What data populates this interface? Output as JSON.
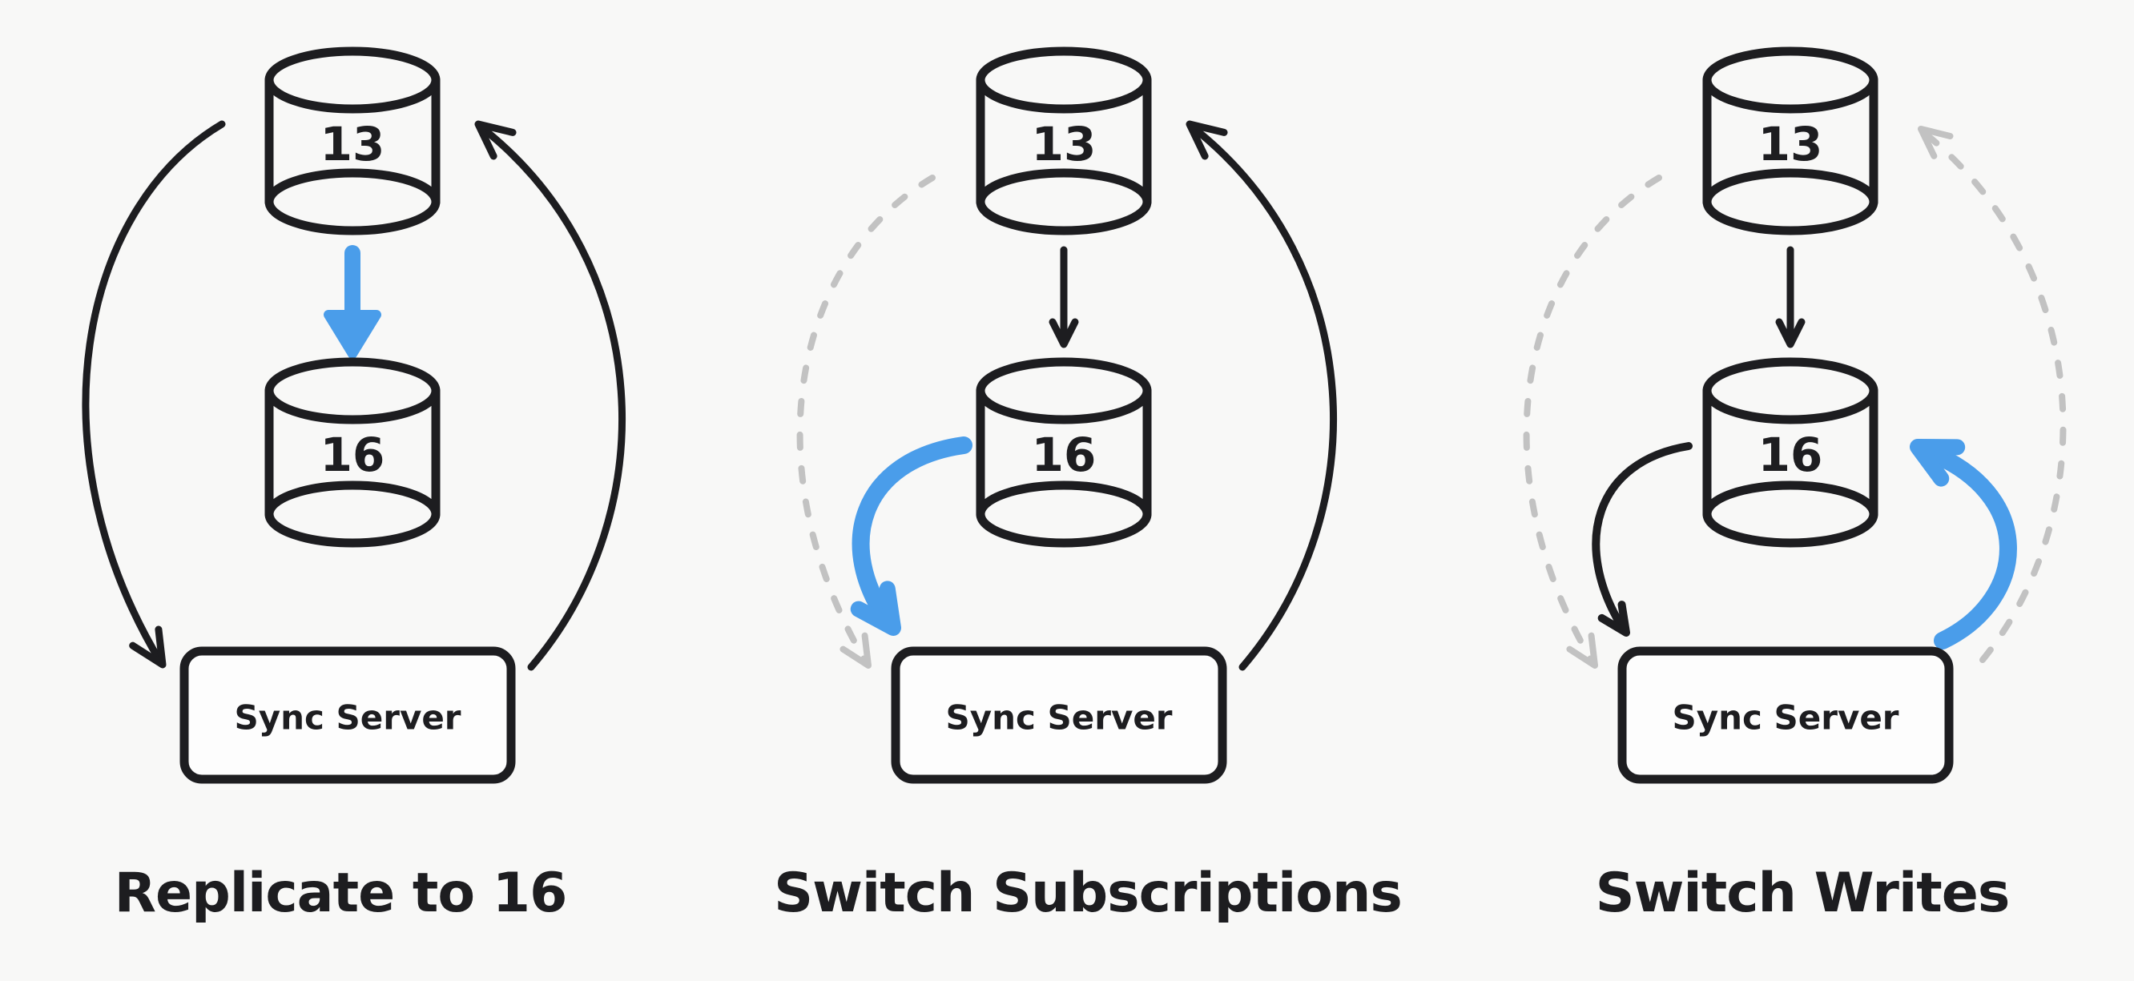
{
  "colors": {
    "background": "#f8f8f7",
    "ink": "#1d1d20",
    "accent_blue": "#4a9dea",
    "muted_gray": "#c2c2c2",
    "box_fill": "#fdfdfd"
  },
  "panels": [
    {
      "caption": "Replicate to 16",
      "db_top_label": "13",
      "db_bottom_label": "16",
      "server_label": "Sync Server",
      "highlight": "replication arrow from 13 to 16 (blue)",
      "left_arc_style": "solid",
      "right_arc_style": "solid"
    },
    {
      "caption": "Switch Subscriptions",
      "db_top_label": "13",
      "db_bottom_label": "16",
      "server_label": "Sync Server",
      "highlight": "new subscription arc from 16 to Sync Server (blue)",
      "left_arc_style": "dashed",
      "right_arc_style": "solid"
    },
    {
      "caption": "Switch Writes",
      "db_top_label": "13",
      "db_bottom_label": "16",
      "server_label": "Sync Server",
      "highlight": "new writes arc from Sync Server to 16 (blue)",
      "left_arc_style": "dashed",
      "right_arc_style": "dashed"
    }
  ]
}
